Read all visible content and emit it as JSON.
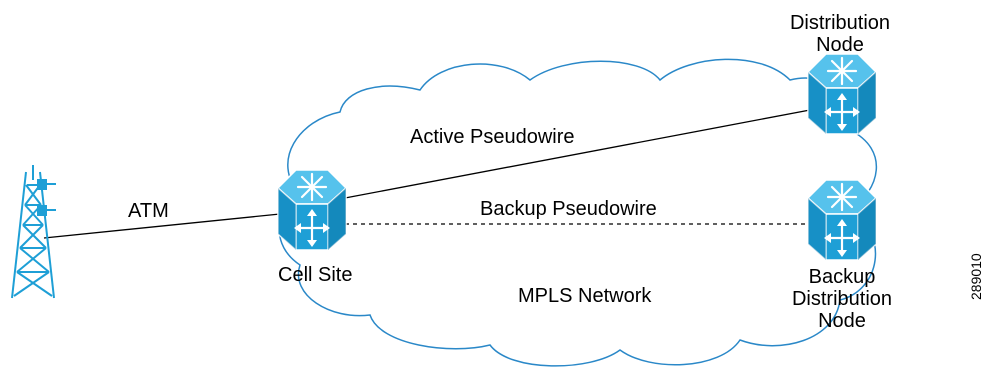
{
  "labels": {
    "distribution_node": [
      "Distribution",
      "Node"
    ],
    "active_pseudowire": "Active Pseudowire",
    "backup_pseudowire": "Backup Pseudowire",
    "atm": "ATM",
    "cell_site": "Cell Site",
    "mpls_network": "MPLS Network",
    "backup_distribution_node": [
      "Backup",
      "Distribution",
      "Node"
    ],
    "figure_id": "289010"
  },
  "nodes": [
    "cell-tower",
    "cell-site-router",
    "distribution-node-router",
    "backup-distribution-node-router"
  ],
  "links": [
    {
      "from": "cell-tower",
      "to": "cell-site-router",
      "label": "ATM",
      "style": "solid"
    },
    {
      "from": "cell-site-router",
      "to": "distribution-node-router",
      "label": "Active Pseudowire",
      "style": "solid"
    },
    {
      "from": "cell-site-router",
      "to": "backup-distribution-node-router",
      "label": "Backup Pseudowire",
      "style": "dashed"
    }
  ],
  "colors": {
    "router_face": "#1e9fd6",
    "router_top": "#56c2ec",
    "router_side": "#0c76a8",
    "cloud_stroke": "#2a88c8",
    "line": "#000000"
  }
}
